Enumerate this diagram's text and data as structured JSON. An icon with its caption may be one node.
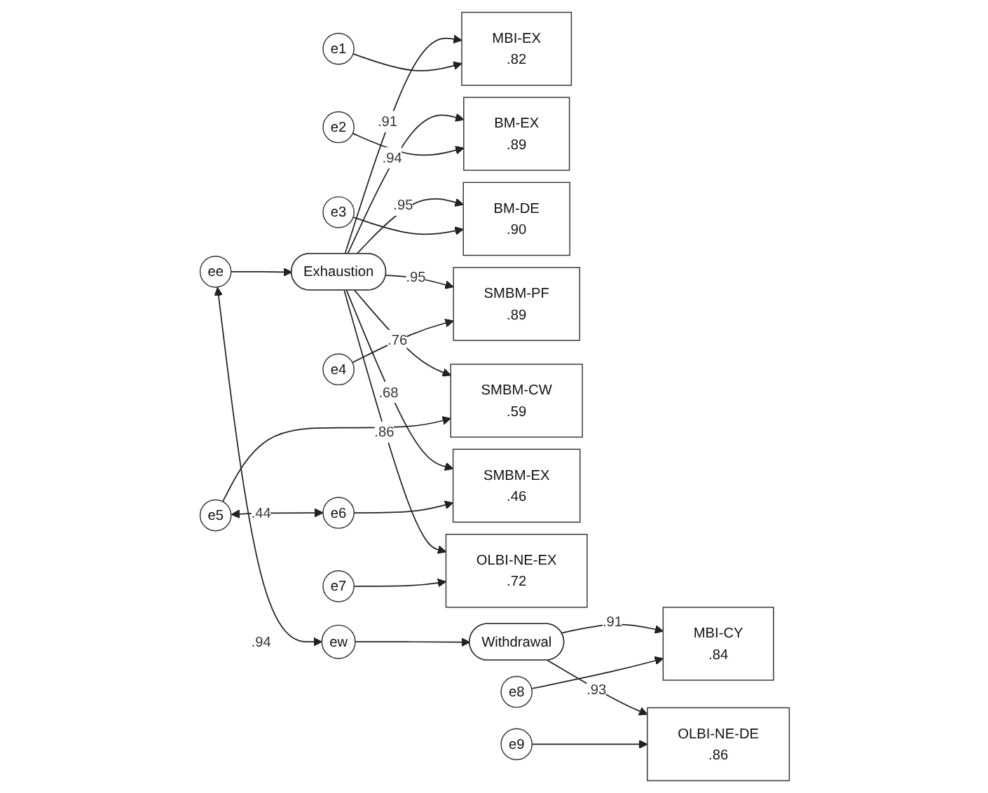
{
  "diagram": {
    "nodes": [
      {
        "text": [
          "ee"
        ]
      },
      {
        "text": [
          "Exhaustion"
        ]
      },
      {
        "text": [
          "MBI-EX",
          ".82"
        ]
      },
      {
        "text": [
          "BM-EX",
          ".89"
        ]
      },
      {
        "text": [
          "BM-DE",
          ".90"
        ]
      },
      {
        "text": [
          "SMBM-PF",
          ".89"
        ]
      },
      {
        "text": [
          "SMBM-CW",
          ".59"
        ]
      },
      {
        "text": [
          "SMBM-EX",
          ".46"
        ]
      },
      {
        "text": [
          "OLBI-NE-EX",
          ".72"
        ]
      },
      {
        "text": [
          "e1"
        ]
      },
      {
        "text": [
          "e2"
        ]
      },
      {
        "text": [
          "e3"
        ]
      },
      {
        "text": [
          "e4"
        ]
      },
      {
        "text": [
          "e5"
        ]
      },
      {
        "text": [
          "e6"
        ]
      },
      {
        "text": [
          "e7"
        ]
      },
      {
        "text": [
          "ew"
        ]
      },
      {
        "text": [
          "Withdrawal"
        ]
      },
      {
        "text": [
          "MBI-CY",
          ".84"
        ]
      },
      {
        "text": [
          "OLBI-NE-DE",
          ".86"
        ]
      },
      {
        "text": [
          "e8"
        ]
      },
      {
        "text": [
          "e9"
        ]
      }
    ],
    "edges": [
      {
        "from": 0,
        "to": 1,
        "arrow": "to"
      },
      {
        "from": 1,
        "to": 2,
        "arrow": "to",
        "label": ".91"
      },
      {
        "from": 1,
        "to": 3,
        "arrow": "to",
        "label": ".94"
      },
      {
        "from": 1,
        "to": 4,
        "arrow": "to",
        "label": ".95"
      },
      {
        "from": 1,
        "to": 5,
        "arrow": "to",
        "label": ".95"
      },
      {
        "from": 1,
        "to": 6,
        "arrow": "to",
        "label": ".76"
      },
      {
        "from": 1,
        "to": 7,
        "arrow": "to",
        "label": ".68"
      },
      {
        "from": 1,
        "to": 8,
        "arrow": "to",
        "label": ".86"
      },
      {
        "from": 9,
        "to": 2,
        "arrow": "to"
      },
      {
        "from": 10,
        "to": 3,
        "arrow": "to"
      },
      {
        "from": 11,
        "to": 4,
        "arrow": "to"
      },
      {
        "from": 12,
        "to": 5,
        "arrow": "to"
      },
      {
        "from": 13,
        "to": 6,
        "arrow": "to"
      },
      {
        "from": 14,
        "to": 7,
        "arrow": "to"
      },
      {
        "from": 15,
        "to": 8,
        "arrow": "to"
      },
      {
        "from": 13,
        "to": 14,
        "arrow": "both",
        "label": ".44"
      },
      {
        "from": 0,
        "to": 16,
        "arrow": "both",
        "label": ".94"
      },
      {
        "from": 16,
        "to": 17,
        "arrow": "to"
      },
      {
        "from": 17,
        "to": 18,
        "arrow": "to",
        "label": ".91"
      },
      {
        "from": 17,
        "to": 19,
        "arrow": "to",
        "label": ".93"
      },
      {
        "from": 20,
        "to": 18,
        "arrow": "to"
      },
      {
        "from": 21,
        "to": 19,
        "arrow": "to"
      }
    ]
  }
}
